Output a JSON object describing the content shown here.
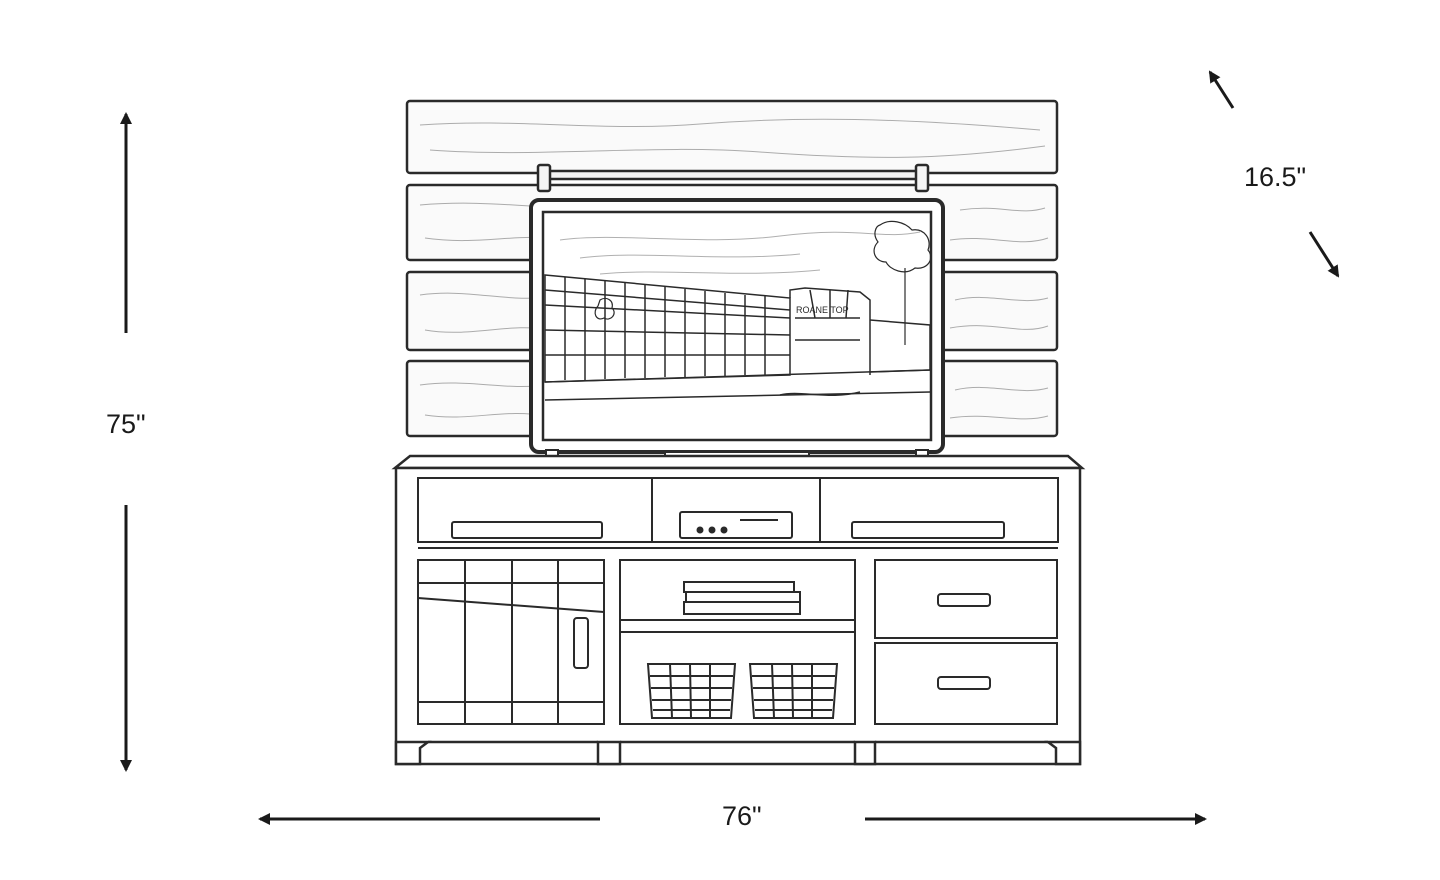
{
  "dimensions": {
    "height": "75\"",
    "width": "76\"",
    "depth": "16.5\""
  },
  "tv_screen": {
    "sign_text": "ROANE TOP"
  },
  "colors": {
    "line": "#2a2a2a",
    "background": "#ffffff"
  }
}
